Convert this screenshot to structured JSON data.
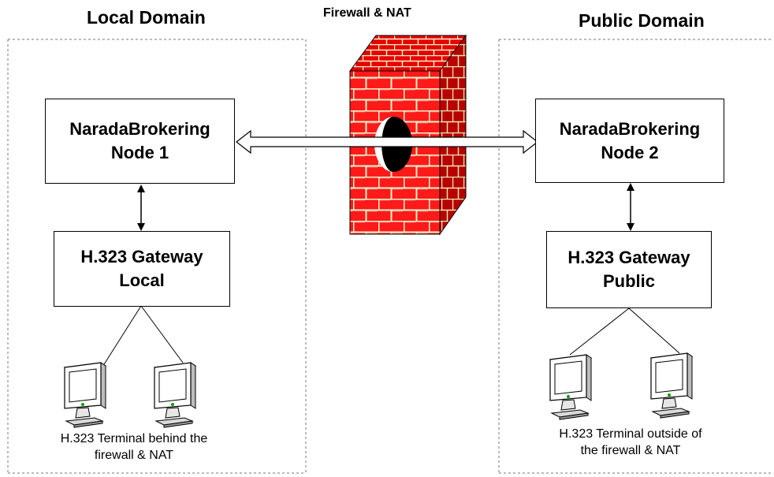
{
  "local_domain": {
    "title": "Local Domain",
    "node": {
      "line1": "NaradaBrokering",
      "line2": "Node 1"
    },
    "gateway": {
      "line1": "H.323 Gateway",
      "line2": "Local"
    },
    "terminals_caption": {
      "line1": "H.323 Terminal behind the",
      "line2": "firewall & NAT"
    }
  },
  "firewall": {
    "title": "Firewall & NAT"
  },
  "public_domain": {
    "title": "Public Domain",
    "node": {
      "line1": "NaradaBrokering",
      "line2": "Node 2"
    },
    "gateway": {
      "line1": "H.323 Gateway",
      "line2": "Public"
    },
    "terminals_caption": {
      "line1": "H.323 Terminal outside of",
      "line2": "the firewall & NAT"
    }
  },
  "colors": {
    "brick": "#ff1a1a",
    "brick_top": "#e60000",
    "brick_side": "#b80000",
    "mortar": "#f3f3c8",
    "hole": "#000000"
  }
}
